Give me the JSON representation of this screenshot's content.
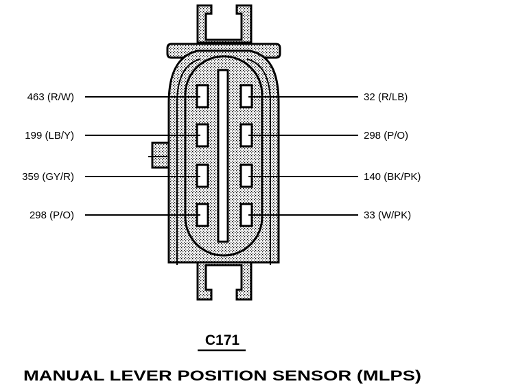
{
  "connector": {
    "id": "C171",
    "name": "MANUAL LEVER POSITION SENSOR (MLPS)"
  },
  "pins_left": [
    {
      "label": "463 (R/W)"
    },
    {
      "label": "199 (LB/Y)"
    },
    {
      "label": "359 (GY/R)"
    },
    {
      "label": "298 (P/O)"
    }
  ],
  "pins_right": [
    {
      "label": "32 (R/LB)"
    },
    {
      "label": "298 (P/O)"
    },
    {
      "label": "140 (BK/PK)"
    },
    {
      "label": "33 (W/PK)"
    }
  ]
}
